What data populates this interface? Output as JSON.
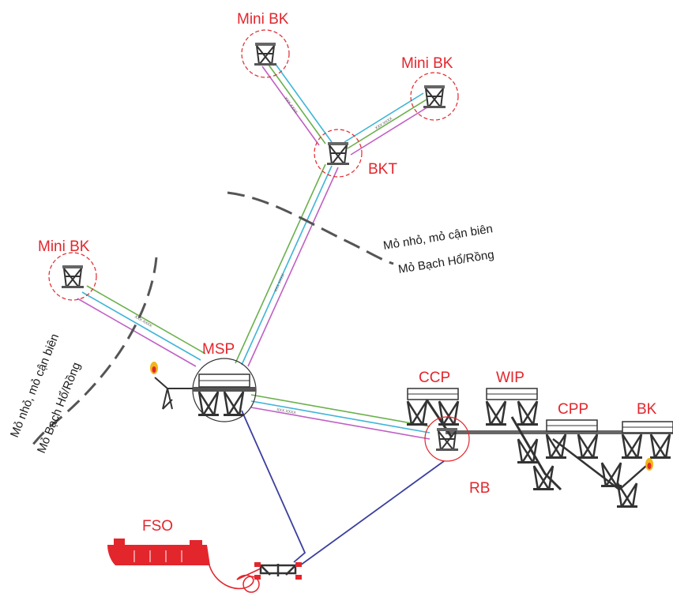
{
  "labels": {
    "mini_bk_top": "Mini   BK",
    "mini_bk_right": "Mini   BK",
    "mini_bk_left": "Mini   BK",
    "bkt": "BKT",
    "msp": "MSP",
    "ccp": "CCP",
    "wip": "WIP",
    "cpp": "CPP",
    "bk": "BK",
    "rb": "RB",
    "fso": "FSO"
  },
  "boundaries": {
    "right_small_fields": "Mỏ nhỏ, mỏ cận biên",
    "right_main_field": "Mỏ Bạch Hổ/Rồng",
    "left_small_fields": "Mỏ nhỏ, mỏ cận biên",
    "left_main_field": "Mỏ Bạch Hổ/Rồng"
  },
  "colors": {
    "label": "#e3262c",
    "pipe_green": "#6ab04c",
    "pipe_cyan": "#3fb5d6",
    "pipe_magenta": "#c05fc4",
    "pipe_blue": "#3b3f9e",
    "fso_hull": "#e3262c"
  }
}
